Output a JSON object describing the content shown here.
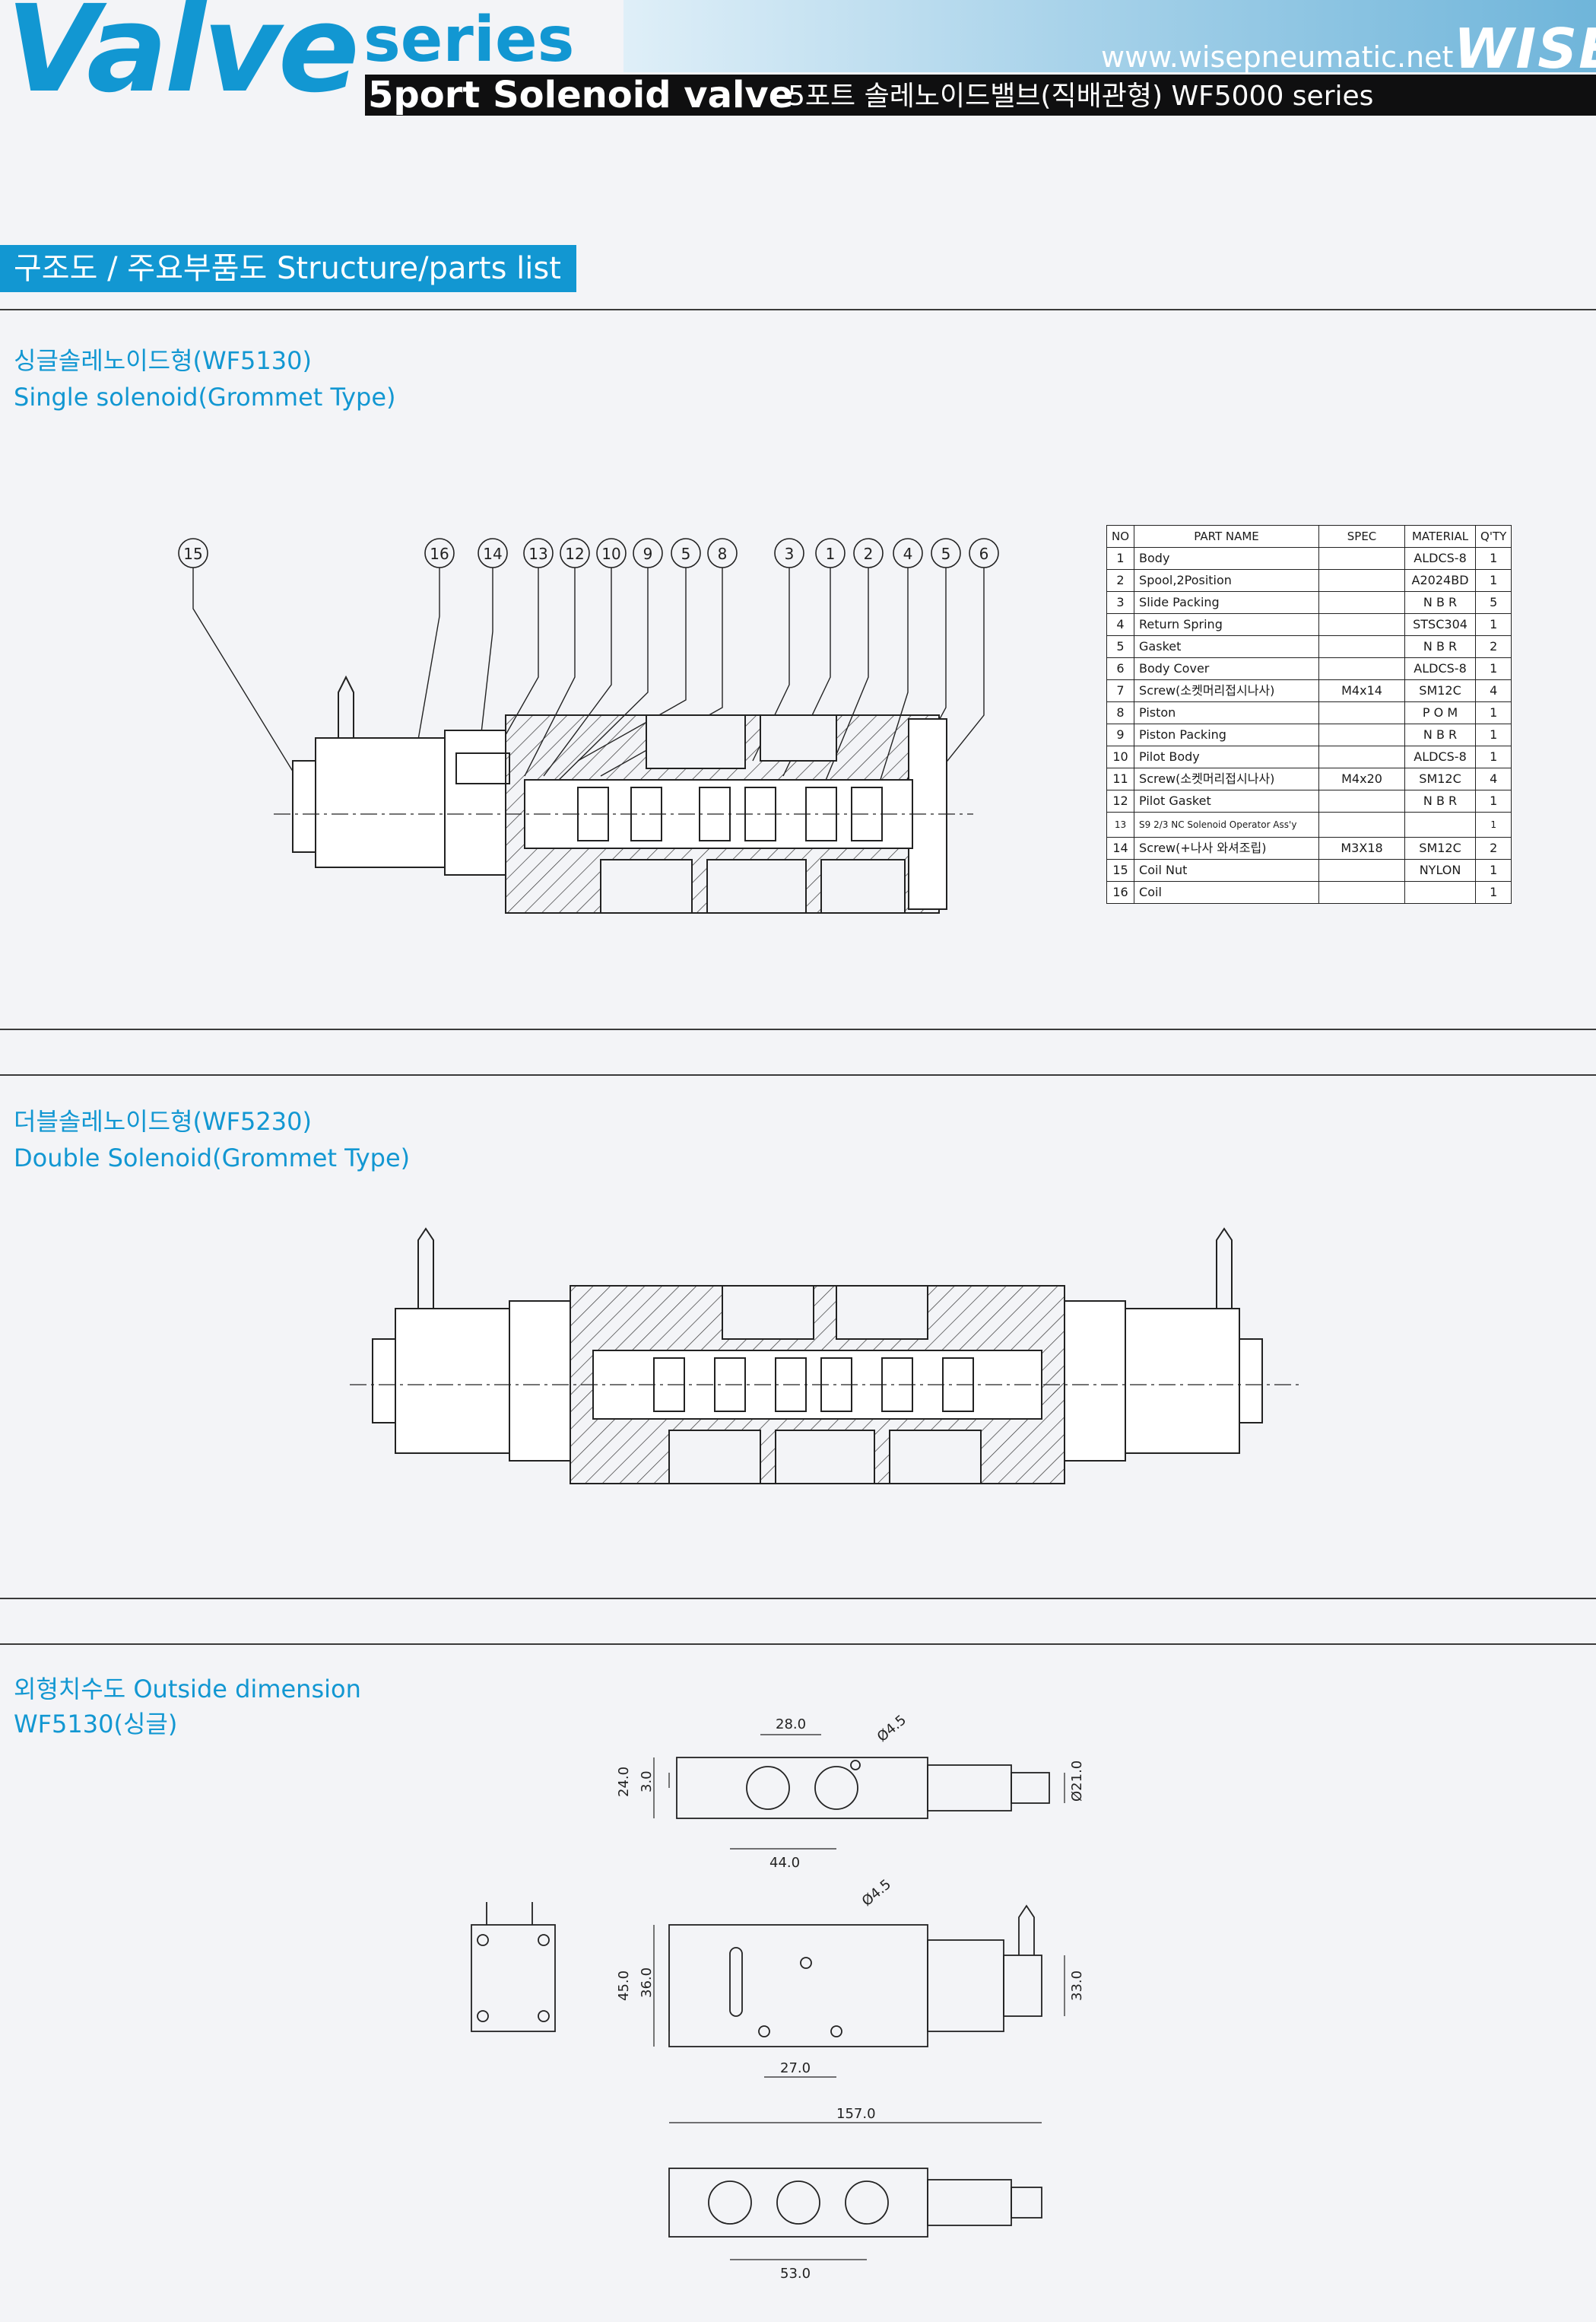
{
  "header": {
    "title_main": "Valve",
    "title_series": "series",
    "subtitle_en": "5port Solenoid valve",
    "subtitle_ko": "5포트 솔레노이드밸브(직배관형) WF5000 series",
    "website": "www.wisepneumatic.net",
    "brand": "WISE"
  },
  "section": {
    "title": "구조도 / 주요부품도  Structure/parts list"
  },
  "single": {
    "caption_ko": "싱글솔레노이드형(WF5130)",
    "caption_en": "Single solenoid(Grommet Type)",
    "callouts": [
      "15",
      "16",
      "14",
      "13",
      "12",
      "10",
      "9",
      "5",
      "8",
      "3",
      "1",
      "2",
      "4",
      "5",
      "6"
    ]
  },
  "parts_table": {
    "headers": [
      "NO",
      "PART NAME",
      "SPEC",
      "MATERIAL",
      "Q'TY"
    ],
    "rows": [
      {
        "no": "1",
        "name": "Body",
        "spec": "",
        "material": "ALDCS-8",
        "qty": "1"
      },
      {
        "no": "2",
        "name": "Spool,2Position",
        "spec": "",
        "material": "A2024BD",
        "qty": "1"
      },
      {
        "no": "3",
        "name": "Slide Packing",
        "spec": "",
        "material": "N B R",
        "qty": "5"
      },
      {
        "no": "4",
        "name": "Return Spring",
        "spec": "",
        "material": "STSC304",
        "qty": "1"
      },
      {
        "no": "5",
        "name": "Gasket",
        "spec": "",
        "material": "N B R",
        "qty": "2"
      },
      {
        "no": "6",
        "name": "Body Cover",
        "spec": "",
        "material": "ALDCS-8",
        "qty": "1"
      },
      {
        "no": "7",
        "name": "Screw(소켓머리접시나사)",
        "spec": "M4x14",
        "material": "SM12C",
        "qty": "4"
      },
      {
        "no": "8",
        "name": "Piston",
        "spec": "",
        "material": "P O M",
        "qty": "1"
      },
      {
        "no": "9",
        "name": "Piston Packing",
        "spec": "",
        "material": "N B R",
        "qty": "1"
      },
      {
        "no": "10",
        "name": "Pilot Body",
        "spec": "",
        "material": "ALDCS-8",
        "qty": "1"
      },
      {
        "no": "11",
        "name": "Screw(소켓머리접시나사)",
        "spec": "M4x20",
        "material": "SM12C",
        "qty": "4"
      },
      {
        "no": "12",
        "name": "Pilot Gasket",
        "spec": "",
        "material": "N B R",
        "qty": "1"
      },
      {
        "no": "13",
        "name": "S9 2/3 NC Solenoid Operator Ass'y",
        "spec": "",
        "material": "",
        "qty": "1"
      },
      {
        "no": "14",
        "name": "Screw(+나사 와셔조립)",
        "spec": "M3X18",
        "material": "SM12C",
        "qty": "2"
      },
      {
        "no": "15",
        "name": "Coil Nut",
        "spec": "",
        "material": "NYLON",
        "qty": "1"
      },
      {
        "no": "16",
        "name": "Coil",
        "spec": "",
        "material": "",
        "qty": "1"
      }
    ]
  },
  "double": {
    "caption_ko": "더블솔레노이드형(WF5230)",
    "caption_en": "Double Solenoid(Grommet Type)"
  },
  "dimension": {
    "caption_ko_en": "외형치수도 Outside dimension",
    "caption_model": "WF5130(싱글)",
    "labels": {
      "d28": "28.0",
      "phi45a": "Ø4.5",
      "d24": "24.0",
      "d3": "3.0",
      "phi21": "Ø21.0",
      "d44": "44.0",
      "phi45b": "Ø4.5",
      "d45": "45.0",
      "d36": "36.0",
      "d33": "33.0",
      "d27": "27.0",
      "d157": "157.0",
      "d53": "53.0"
    }
  },
  "colors": {
    "accent": "#1297d2",
    "header_black": "#0f0f10",
    "line": "#2a2a2a"
  }
}
